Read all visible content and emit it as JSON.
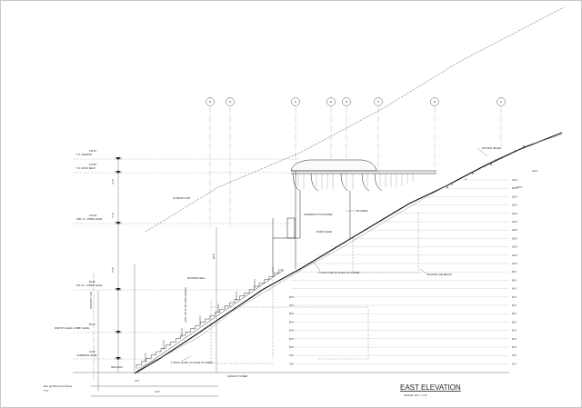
{
  "drawing": {
    "title": "EAST ELEVATION",
    "scale": "SCALE: 1/4\" = 1'-0\""
  },
  "grid_bubbles": [
    "H",
    "G",
    "F",
    "E",
    "D",
    "C",
    "B",
    "A"
  ],
  "levels": [
    {
      "elev": "118.25'",
      "name": "T.O. PARAPET"
    },
    {
      "elev": "113.50'",
      "name": "T.O. ROOF DECK"
    },
    {
      "elev": "101.00'",
      "name": "2ND. FL. UPPER LEVEL"
    },
    {
      "elev": "89.25'",
      "name": "1ST. FL. LOWER LEVEL"
    },
    {
      "elev": "80.00'",
      "name": "PANTRY & ELEV. LOBBY LEVEL"
    },
    {
      "elev": "72.50'",
      "name": "CORRIDOR LEVEL"
    }
  ],
  "grid_elevations": [
    "120.0'",
    "118.0'",
    "116.0'",
    "114.0'",
    "112.0'",
    "110.0'",
    "108.0'",
    "106.0'",
    "104.0'",
    "102.0'",
    "100.0'",
    "98.0'",
    "96.0'",
    "94.0'",
    "92.0'",
    "90.0'",
    "88.0'",
    "86.0'",
    "84.0'",
    "82.0'",
    "80.0'",
    "78.0'",
    "76.0'"
  ],
  "annotations": {
    "height_limit": "30' HEIGHT LIMIT",
    "downspout": "DOWNSPOUT TO PLANTER",
    "ss_grade": "SD GRADE",
    "finish_grade": "FINISH GRADE",
    "slope_planter": "6' STEP AT MIN 2% SLOPE TO PLANTER",
    "building_line": "BUILDING LINE BELOW",
    "property_line": "PROPERTY LINE",
    "limit_of_grading": "LIMIT LINE OF BUILDING DAMAGE",
    "slope_street": "6\" Ø PVC W/ MIN. 2% SLOPE TO STREET",
    "side_walk": "SIDE WALK",
    "grade_to_street": "GRADE TO STREET",
    "existing_grade": "EXISTING GRADE",
    "wall": "RETAINING WALL",
    "low_point": "Elev. @ Min Point of Street",
    "low_point_val": "77.0'"
  },
  "dimensions": {
    "top": "12'-0\"",
    "upper": "11'-6\"",
    "mid": "15'-6\"",
    "stair": "36'-0\"",
    "bottom_a": "16.0'",
    "bottom_b": "24'-0\"",
    "right_a": "122.0'",
    "right_b": "118.0'"
  }
}
